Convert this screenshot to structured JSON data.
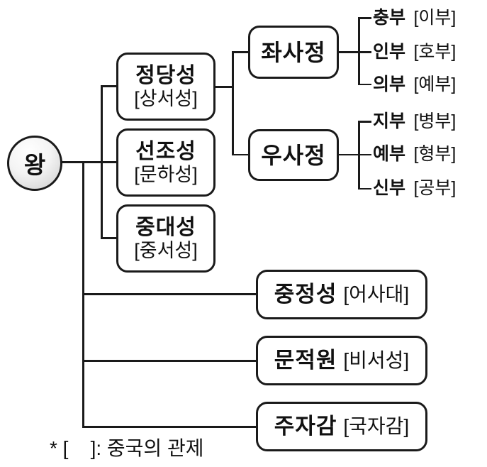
{
  "diagram": {
    "root": {
      "label": "왕"
    },
    "main_offices": [
      {
        "name": "정당성",
        "chinese": "[상서성]"
      },
      {
        "name": "선조성",
        "chinese": "[문하성]"
      },
      {
        "name": "중대성",
        "chinese": "[중서성]"
      }
    ],
    "directorates": [
      {
        "name": "좌사정"
      },
      {
        "name": "우사정"
      }
    ],
    "left_ministries": [
      {
        "name": "충부",
        "chinese": "[이부]"
      },
      {
        "name": "인부",
        "chinese": "[호부]"
      },
      {
        "name": "의부",
        "chinese": "[예부]"
      }
    ],
    "right_ministries": [
      {
        "name": "지부",
        "chinese": "[병부]"
      },
      {
        "name": "예부",
        "chinese": "[형부]"
      },
      {
        "name": "신부",
        "chinese": "[공부]"
      }
    ],
    "independent_offices": [
      {
        "name": "중정성",
        "chinese": "[어사대]"
      },
      {
        "name": "문적원",
        "chinese": "[비서성]"
      },
      {
        "name": "주자감",
        "chinese": "[국자감]"
      }
    ],
    "footnote": "* [    ]: 중국의 관제",
    "colors": {
      "line": "#1a1a1a",
      "background": "#ffffff",
      "king_fill_light": "#ffffff",
      "king_fill_dark": "#c3c3c3"
    }
  }
}
